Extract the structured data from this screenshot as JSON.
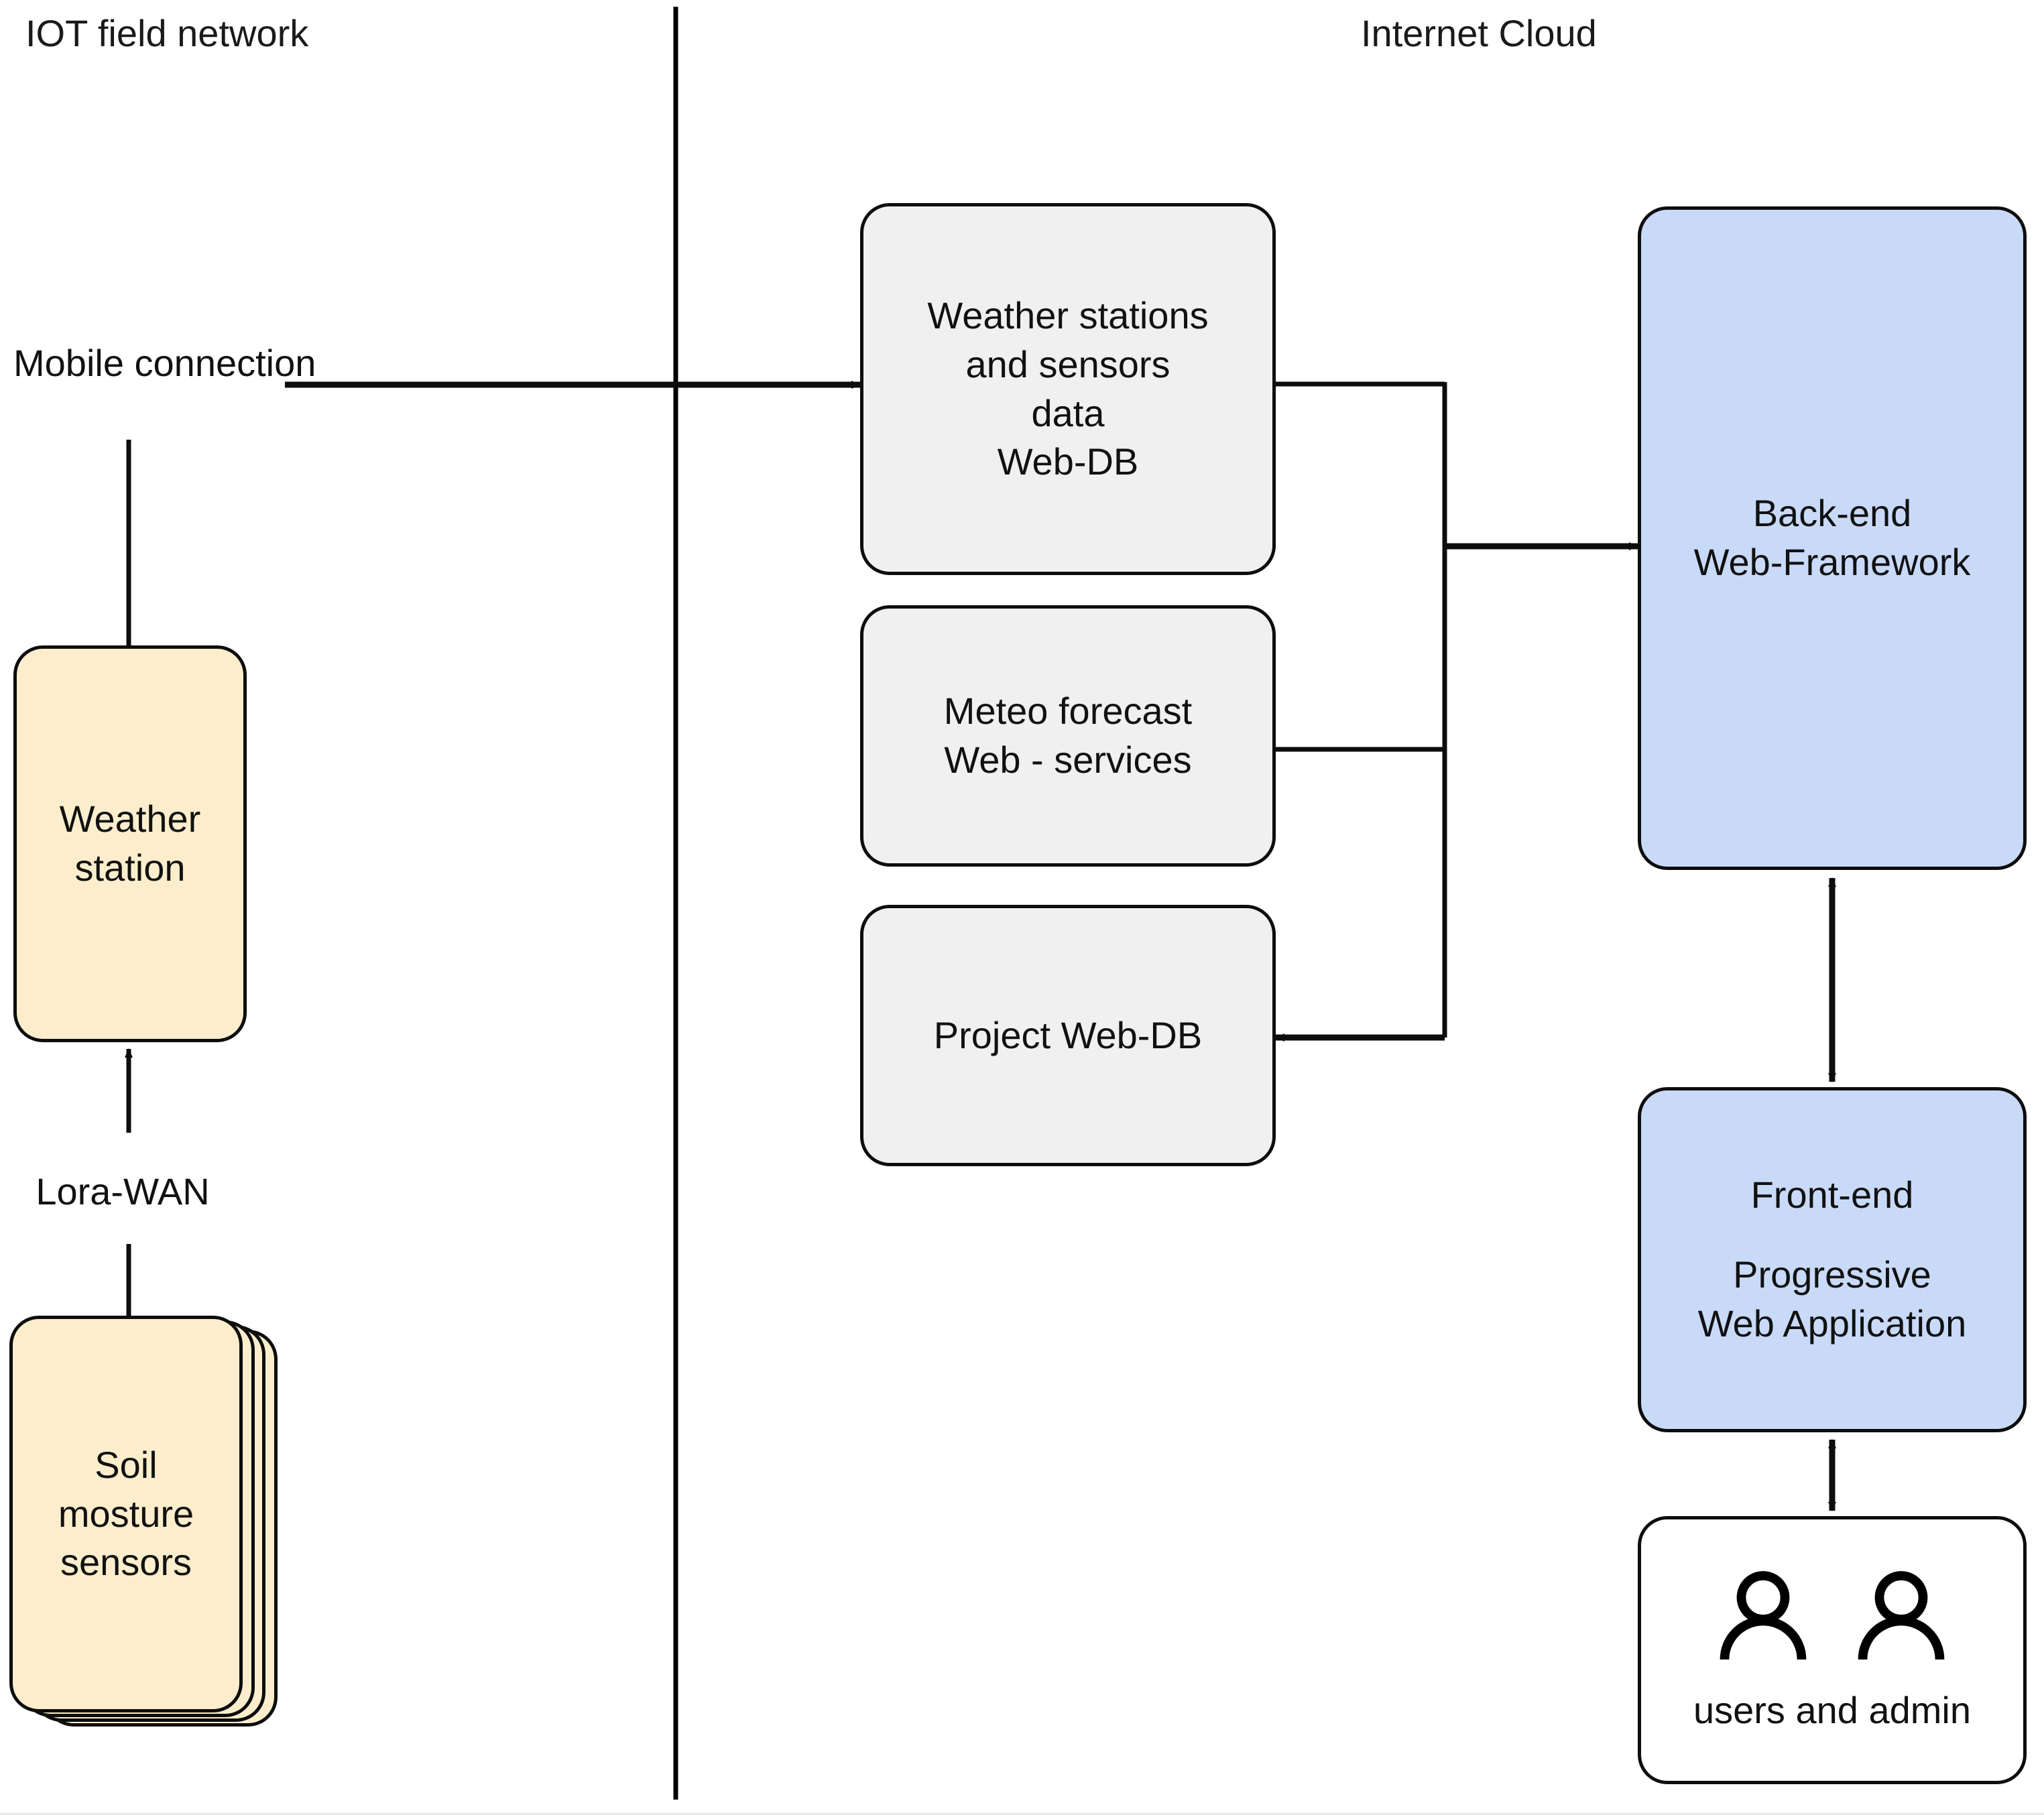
{
  "diagram": {
    "title": "IOT agriculture monitoring system architecture",
    "zones": [
      {
        "id": "field",
        "label": "IOT field network"
      },
      {
        "id": "cloud",
        "label": "Internet Cloud"
      }
    ],
    "divider": {
      "orientation": "vertical",
      "color": "#000000"
    },
    "nodes": [
      {
        "id": "weather-station",
        "lines": [
          "Weather",
          "station"
        ],
        "fill": "#fceecc",
        "shape": "rounded-rect",
        "zone": "field"
      },
      {
        "id": "soil-moisture-sensors",
        "lines": [
          "Soil",
          "mosture",
          "sensors"
        ],
        "fill": "#fceecc",
        "shape": "stacked-rounded-rect",
        "zone": "field"
      },
      {
        "id": "weather-sensor-webdb",
        "lines": [
          "Weather stations",
          "and sensors",
          "data",
          "Web-DB"
        ],
        "fill": "#f0f0f0",
        "shape": "rounded-rect",
        "zone": "cloud"
      },
      {
        "id": "meteo-forecast-webservices",
        "lines": [
          "Meteo forecast",
          "Web - services"
        ],
        "fill": "#f0f0f0",
        "shape": "rounded-rect",
        "zone": "cloud"
      },
      {
        "id": "project-webdb",
        "lines": [
          "Project Web-DB"
        ],
        "fill": "#f0f0f0",
        "shape": "rounded-rect",
        "zone": "cloud"
      },
      {
        "id": "backend-web-framework",
        "lines": [
          "Back-end",
          "Web-Framework"
        ],
        "fill": "#c9daf9",
        "shape": "rounded-rect",
        "zone": "cloud"
      },
      {
        "id": "frontend-pwa",
        "lines": [
          "Front-end",
          "",
          "Progressive",
          "Web Application"
        ],
        "fill": "#c9daf9",
        "shape": "rounded-rect",
        "zone": "cloud"
      },
      {
        "id": "users-and-admin",
        "lines": [
          "users and admin"
        ],
        "fill": "#ffffff",
        "shape": "rounded-rect",
        "icon": "users-icon",
        "icon_count": 2,
        "zone": "cloud"
      }
    ],
    "edge_labels": [
      {
        "id": "mobile-connection",
        "lines": [
          "Mobile",
          "connection"
        ]
      },
      {
        "id": "lora-wan",
        "lines": [
          "Lora-WAN"
        ]
      }
    ],
    "connections": [
      {
        "from": "soil-moisture-sensors",
        "to": "weather-station",
        "label": "Lora-WAN",
        "arrow": "single"
      },
      {
        "from": "weather-station",
        "to": "weather-sensor-webdb",
        "label": "Mobile connection",
        "arrow": "single"
      },
      {
        "from": "weather-sensor-webdb",
        "to": "backend-web-framework",
        "arrow": "single"
      },
      {
        "from": "meteo-forecast-webservices",
        "to": "backend-web-framework",
        "arrow": "single"
      },
      {
        "from": "backend-web-framework",
        "to": "project-webdb",
        "arrow": "single"
      },
      {
        "from": "backend-web-framework",
        "to": "frontend-pwa",
        "arrow": "double"
      },
      {
        "from": "frontend-pwa",
        "to": "users-and-admin",
        "arrow": "double"
      }
    ],
    "text": {
      "zone_field": "IOT field network",
      "zone_cloud": "Internet Cloud",
      "mobile_connection_l1": "Mobile",
      "mobile_connection_l2": "connection",
      "lora_wan": "Lora-WAN",
      "weather_station_l1": "Weather",
      "weather_station_l2": "station",
      "soil_l1": "Soil",
      "soil_l2": "mosture",
      "soil_l3": "sensors",
      "wsdb_l1": "Weather stations",
      "wsdb_l2": "and sensors",
      "wsdb_l3": "data",
      "wsdb_l4": "Web-DB",
      "meteo_l1": "Meteo forecast",
      "meteo_l2": "Web - services",
      "project_l1": "Project Web-DB",
      "backend_l1": "Back-end",
      "backend_l2": "Web-Framework",
      "frontend_l1": "Front-end",
      "frontend_l2": "Progressive",
      "frontend_l3": "Web Application",
      "users_caption": "users and admin"
    },
    "colors": {
      "yellow": "#fceecc",
      "blue": "#c9daf9",
      "grey": "#f0f0f0",
      "white": "#ffffff",
      "stroke": "#0d0d0d"
    }
  }
}
